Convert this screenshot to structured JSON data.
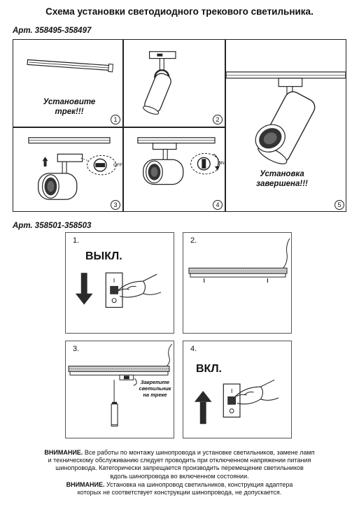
{
  "title": "Схема установки светодиодного трекового светильника.",
  "section1": {
    "art": "Арт. 358495-358497",
    "steps": [
      {
        "num": "1",
        "caption_line1": "Установите",
        "caption_line2": "трек!!!"
      },
      {
        "num": "2"
      },
      {
        "num": "3",
        "label": "OFF"
      },
      {
        "num": "4",
        "label": "ON"
      },
      {
        "num": "5",
        "caption_line1": "Установка",
        "caption_line2": "завершена!!!"
      }
    ]
  },
  "section2": {
    "art": "Арт. 358501-358503",
    "boxes": [
      {
        "num": "1.",
        "label": "ВЫКЛ."
      },
      {
        "num": "2."
      },
      {
        "num": "3.",
        "note_line1": "Закрепите",
        "note_line2": "светильник",
        "note_line3": "на треке"
      },
      {
        "num": "4.",
        "label": "ВКЛ."
      }
    ]
  },
  "warnings": {
    "w1_title": "ВНИМАНИЕ.",
    "w1_text1": " Все работы по монтажу шинопровода и установке светильников, замене ламп",
    "w1_text2": "и техническому обслуживанию следует проводить при отключенном напряжении питания",
    "w1_text3": "шинопровода. Категорически запрещается производить перемещение светильников",
    "w1_text4": "вдоль шинопровода во включенном состоянии.",
    "w2_title": "ВНИМАНИЕ.",
    "w2_text1": " Установка на шинопровод светильников, конструкция адаптера",
    "w2_text2": "которых не соответствует конструкции шинопровода, не допускается."
  },
  "colors": {
    "line": "#222222",
    "arrow": "#2a2a2a"
  }
}
